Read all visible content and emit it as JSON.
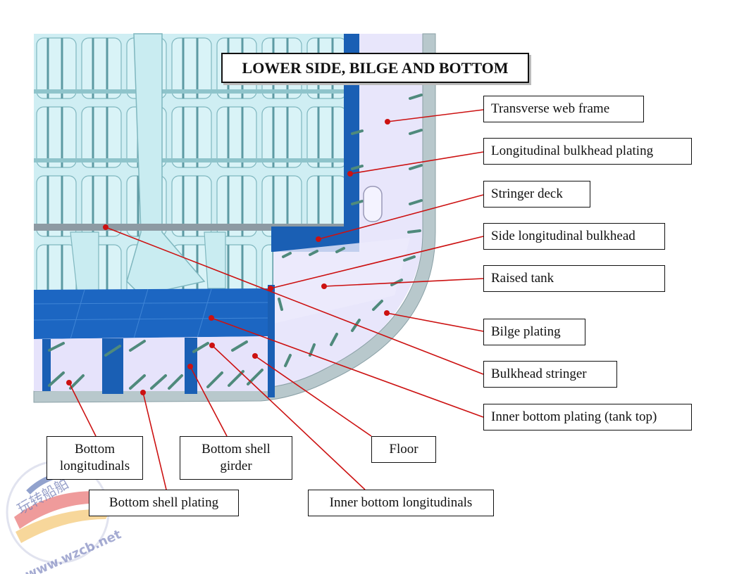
{
  "title": "LOWER SIDE, BILGE AND BOTTOM",
  "watermark": {
    "chinese": "玩转船舶",
    "url": "www.wzcb.net"
  },
  "colors": {
    "plating_blue": "#1a5fb4",
    "pale_cyan": "#cfeef3",
    "lavender": "#e8e6fb",
    "stiffener_green": "#4f8a7c",
    "leader_red": "#cc1111"
  },
  "labels": [
    {
      "id": "transverse-web-frame",
      "text": "Transverse web frame"
    },
    {
      "id": "longitudinal-bulkhead-plating",
      "text": "Longitudinal bulkhead plating"
    },
    {
      "id": "stringer-deck",
      "text": "Stringer deck"
    },
    {
      "id": "side-longitudinal-bulkhead",
      "text": "Side longitudinal bulkhead"
    },
    {
      "id": "raised-tank",
      "text": "Raised tank"
    },
    {
      "id": "bilge-plating",
      "text": "Bilge plating"
    },
    {
      "id": "bulkhead-stringer",
      "text": "Bulkhead stringer"
    },
    {
      "id": "inner-bottom-plating",
      "text": "Inner bottom plating (tank top)"
    },
    {
      "id": "floor",
      "text": "Floor"
    },
    {
      "id": "bottom-longitudinals",
      "text": "Bottom longitudinals"
    },
    {
      "id": "bottom-shell-girder",
      "text": "Bottom shell girder"
    },
    {
      "id": "bottom-shell-plating",
      "text": "Bottom shell plating"
    },
    {
      "id": "inner-bottom-longitudinals",
      "text": "Inner bottom longitudinals"
    }
  ]
}
